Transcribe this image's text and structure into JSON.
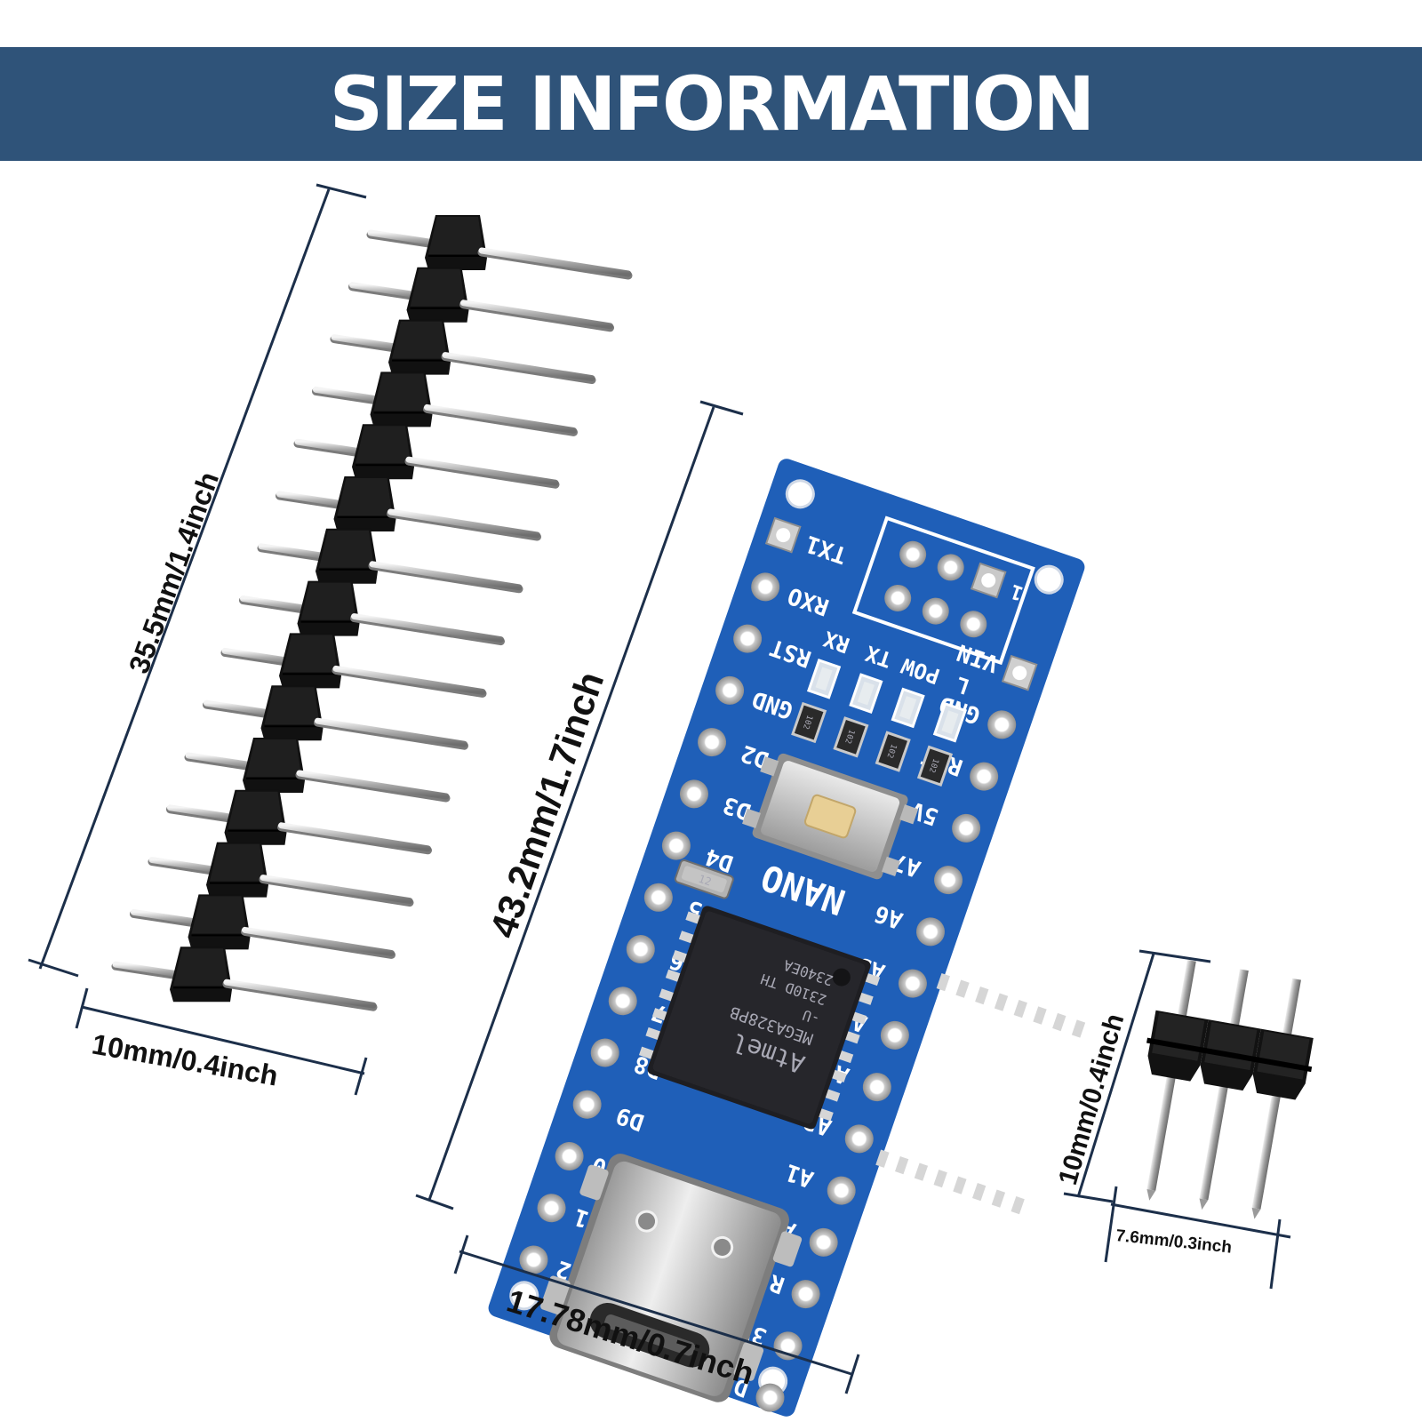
{
  "banner": {
    "title": "SIZE INFORMATION",
    "color": "#2f5379"
  },
  "dimensions": {
    "header_length": "35.5mm/1.4inch",
    "header_width": "10mm/0.4inch",
    "board_length": "43.2mm/1.7inch",
    "board_width": "17.78mm/0.7inch",
    "small_header_height": "10mm/0.4inch",
    "small_header_width": "7.6mm/0.3inch"
  },
  "board": {
    "name": "NANO",
    "pcb_color": "#1f5fb8",
    "chip": {
      "brand": "Atmel",
      "model": "MEGA328PB",
      "line2": "-U",
      "line3": "2310D   TH",
      "line4": "2340EA"
    },
    "crystal_mark": "12",
    "left_pins": [
      "TX1",
      "RXO",
      "RST",
      "GND",
      "D2",
      "D3",
      "D4",
      "D5",
      "D6",
      "D7",
      "D8",
      "D9",
      "D10",
      "D11",
      "D12"
    ],
    "right_pins": [
      "VIN",
      "GND",
      "RST",
      "5V",
      "A7",
      "A6",
      "A5",
      "A4",
      "A3",
      "A2",
      "A1",
      "A0",
      "REF",
      "3V3",
      "D13"
    ],
    "led_labels": [
      "RX",
      "TX",
      "POW",
      "L"
    ],
    "resistor_marks": [
      "102",
      "102",
      "102",
      "102"
    ],
    "icsp_mark": "1"
  },
  "icons": [
    "pin-header-icon",
    "arduino-nano-board-icon",
    "usb-c-connector-icon",
    "small-pin-header-icon"
  ]
}
